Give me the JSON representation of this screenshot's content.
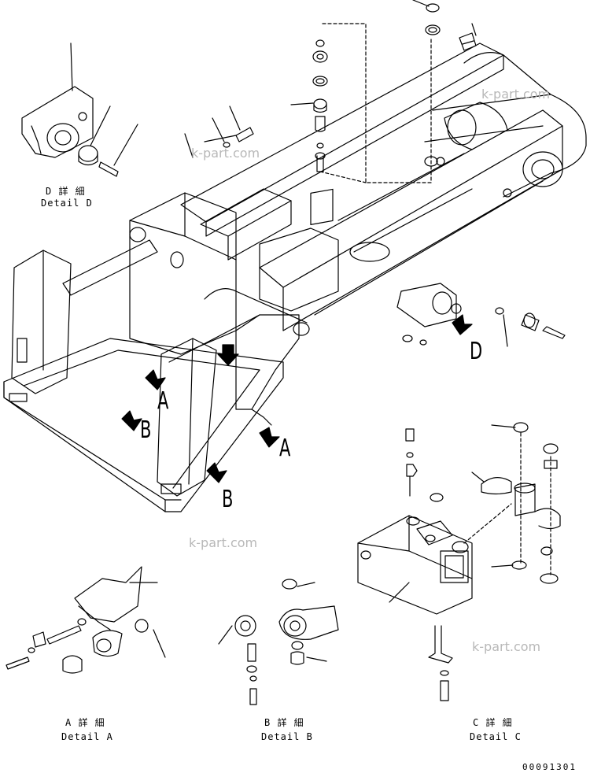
{
  "watermark": "k-part.com",
  "details": [
    {
      "id": "D",
      "jp": "D 詳 細",
      "en": "Detail D"
    },
    {
      "id": "A",
      "jp": "A 詳 細",
      "en": "Detail A"
    },
    {
      "id": "B",
      "jp": "B 詳 細",
      "en": "Detail B"
    },
    {
      "id": "C",
      "jp": "C 詳 細",
      "en": "Detail C"
    }
  ],
  "view_letters": {
    "a1": "A",
    "a2": "A",
    "b1": "B",
    "b2": "B",
    "d": "D"
  },
  "drawing_code": "00091301",
  "colors": {
    "ink": "#000000",
    "watermark": "#b8b8b8"
  }
}
